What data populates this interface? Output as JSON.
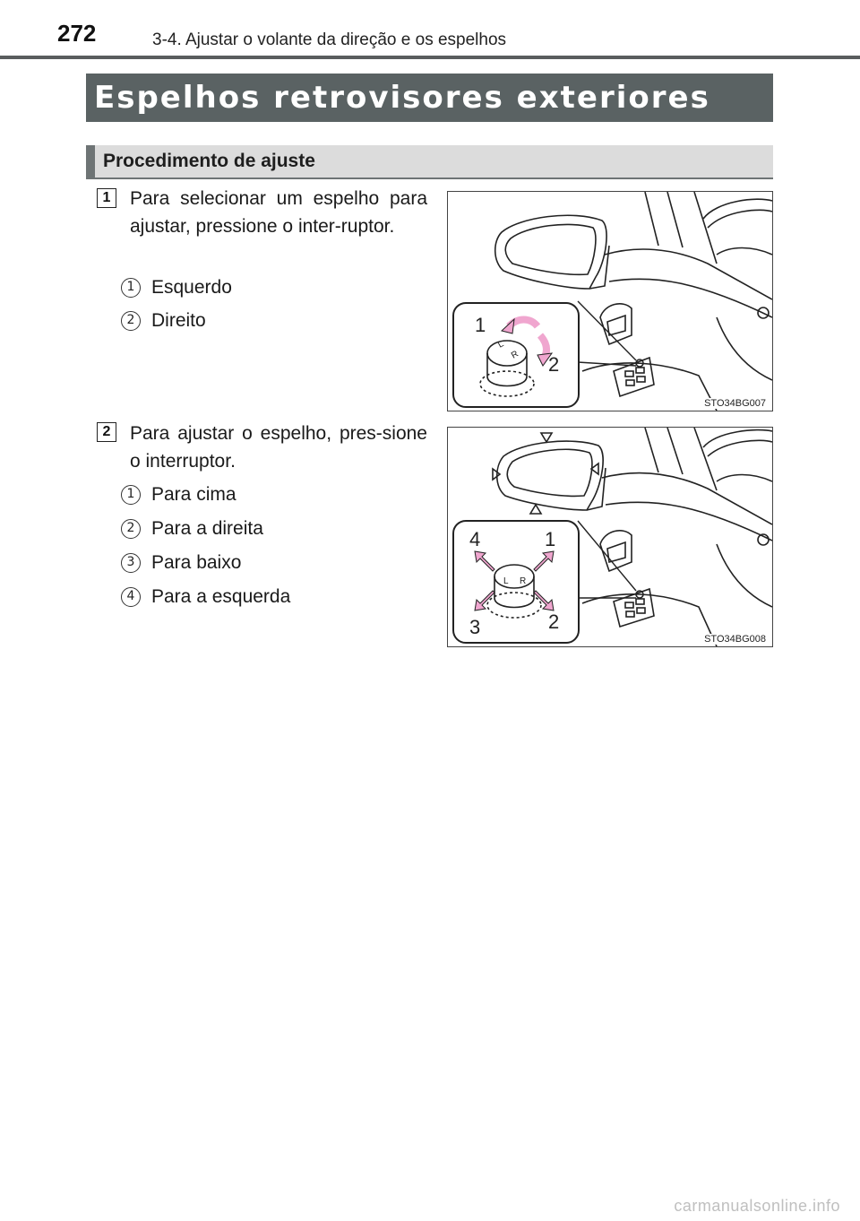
{
  "header": {
    "page_number": "272",
    "section": "3-4. Ajustar o volante da direção e os espelhos"
  },
  "title": "Espelhos retrovisores exteriores",
  "subtitle": "Procedimento de ajuste",
  "steps": [
    {
      "number": "1",
      "text": "Para selecionar um espelho para ajustar, pressione o inter-ruptor.",
      "items": [
        {
          "num": "1",
          "label": "Esquerdo"
        },
        {
          "num": "2",
          "label": "Direito"
        }
      ],
      "figure": {
        "code": "STO34BG007",
        "callouts": [
          "1",
          "2"
        ],
        "switch_letters": [
          "L",
          "R"
        ]
      }
    },
    {
      "number": "2",
      "text": "Para ajustar o espelho, pres-sione o interruptor.",
      "items": [
        {
          "num": "1",
          "label": "Para cima"
        },
        {
          "num": "2",
          "label": "Para a direita"
        },
        {
          "num": "3",
          "label": "Para baixo"
        },
        {
          "num": "4",
          "label": "Para a esquerda"
        }
      ],
      "figure": {
        "code": "STO34BG008",
        "callouts": [
          "1",
          "2",
          "3",
          "4"
        ],
        "switch_letters": [
          "L",
          "R"
        ]
      }
    }
  ],
  "colors": {
    "title_bar": "#5a6263",
    "subtitle_bar": "#dcdcdc",
    "arrow_pink": "#f0a6cf"
  },
  "watermark": "carmanualsonline.info"
}
